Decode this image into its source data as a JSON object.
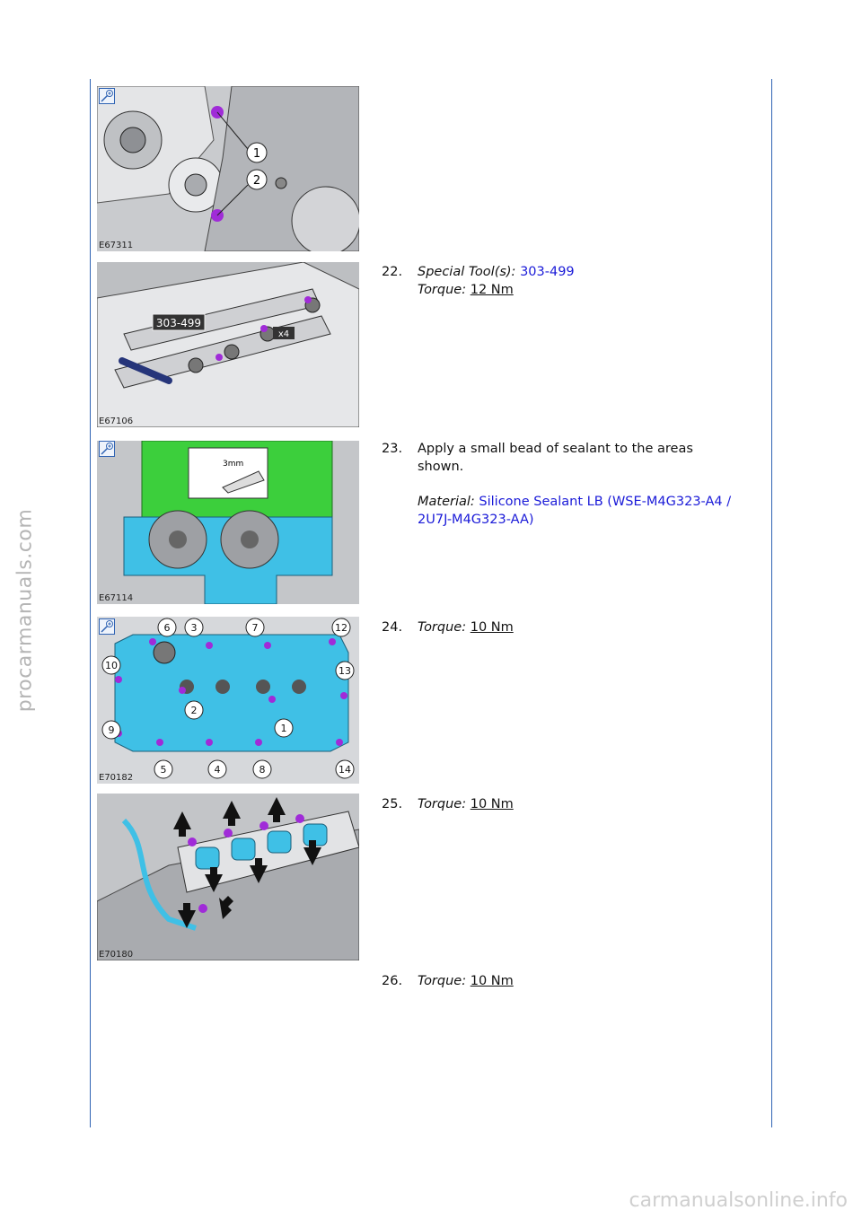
{
  "watermarks": {
    "side": "procarmanuals.com",
    "bottom": "carmanualsonline.info"
  },
  "figures": [
    {
      "id": "E67311",
      "callouts": [
        "1",
        "2"
      ]
    },
    {
      "id": "E67106",
      "callouts": [
        "303-499",
        "x4"
      ]
    },
    {
      "id": "E67114",
      "callouts": [
        "3mm"
      ]
    },
    {
      "id": "E70182",
      "callouts": [
        "1",
        "2",
        "3",
        "4",
        "5",
        "6",
        "7",
        "8",
        "9",
        "10",
        "12",
        "13",
        "14"
      ]
    },
    {
      "id": "E70180",
      "callouts": []
    }
  ],
  "steps": [
    {
      "num": "22.",
      "tool_label": "Special Tool(s):",
      "tool_value": "303-499",
      "torque_label": "Torque:",
      "torque_value": "12 Nm"
    },
    {
      "num": "23.",
      "text_line1": "Apply a small bead of sealant to the areas",
      "text_line2": "shown.",
      "material_label": "Material:",
      "material_value_line1": "Silicone Sealant LB (WSE-M4G323-A4 /",
      "material_value_line2": "2U7J-M4G323-AA)"
    },
    {
      "num": "24.",
      "torque_label": "Torque:",
      "torque_value": "10 Nm"
    },
    {
      "num": "25.",
      "torque_label": "Torque:",
      "torque_value": "10 Nm"
    },
    {
      "num": "26.",
      "torque_label": "Torque:",
      "torque_value": "10 Nm"
    }
  ],
  "colors": {
    "rule": "#2f63b3",
    "link_blue": "#1a1ad8",
    "highlight_magenta": "#a02bd8",
    "part_cyan": "#3fc0e6",
    "part_green": "#3ccf3c"
  }
}
